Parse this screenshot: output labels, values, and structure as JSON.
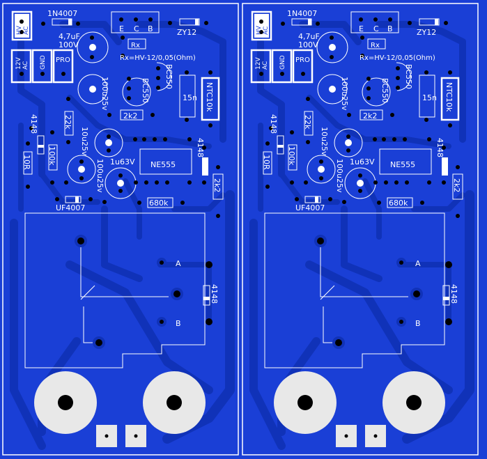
{
  "labels": {
    "diode_main": "1N4007",
    "cap_47": "4,7uF",
    "cap_47_v": "100V",
    "pins_e": "E",
    "pins_c": "C",
    "pins_b": "B",
    "zener": "ZY12",
    "hv_l1": "HV",
    "hv_l2": "AC",
    "ac12_l1": "12V",
    "ac12_l2": "AC",
    "gnd": "GND",
    "pro": "PRO",
    "rx": "Rx",
    "rx_formula": "Rx=HV-12/0,05(Ohm)",
    "bc550_a": "BC550",
    "bc550_b": "BC550",
    "cap_100_a": "100u25v",
    "cap_15n": "15n",
    "ntc": "NTC10k",
    "r_2k2_a": "2k2",
    "r_22k": "22k",
    "d4148_a": "4148",
    "cap_10u": "10u25v",
    "r_100k": "100k",
    "r_10r": "10R",
    "cap_100_b": "100u25v",
    "cap_1u": "1u63V",
    "ne555": "NE555",
    "d4148_b": "4148",
    "r_2k2_b": "2k2",
    "r_680k": "680k",
    "uf4007": "UF4007",
    "pad_a": "A",
    "pad_b": "B",
    "d4148_c": "4148"
  },
  "colors": {
    "board": "#1a3fd6",
    "trace": "#1032b8",
    "silk": "#ffffff",
    "pad": "#e8e8e8",
    "drill": "#000000"
  }
}
